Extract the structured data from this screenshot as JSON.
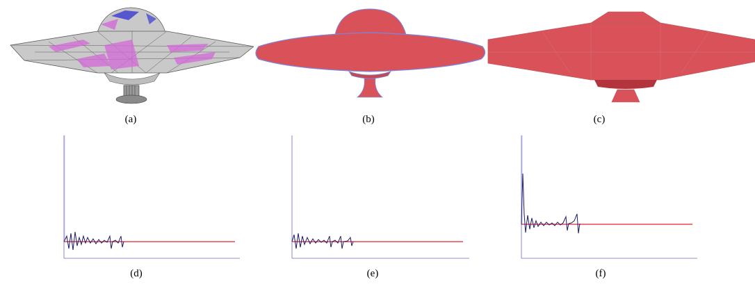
{
  "captions": {
    "a": "(a)",
    "b": "(b)",
    "c": "(c)",
    "d": "(d)",
    "e": "(e)",
    "f": "(f)"
  },
  "colors": {
    "wireframe_fill": "#c9c9c9",
    "wireframe_edge": "#5a5a5a",
    "wireframe_highlight": "#d46ad8",
    "wireframe_blue": "#3a3ad0",
    "solid_red": "#d9525a",
    "solid_blue_edge": "#7a86e0",
    "plot_line_red": "#e0242a",
    "plot_signal_navy": "#1a1a66",
    "plot_axis": "#6a6ad0"
  },
  "chart_data": [
    {
      "type": "line",
      "series": [
        {
          "baseline": 0.2
        }
      ]
    },
    {
      "type": "line",
      "series": [
        {
          "baseline": 0.2
        }
      ]
    },
    {
      "type": "line",
      "series": [
        {
          "baseline": 0.2
        }
      ]
    }
  ]
}
